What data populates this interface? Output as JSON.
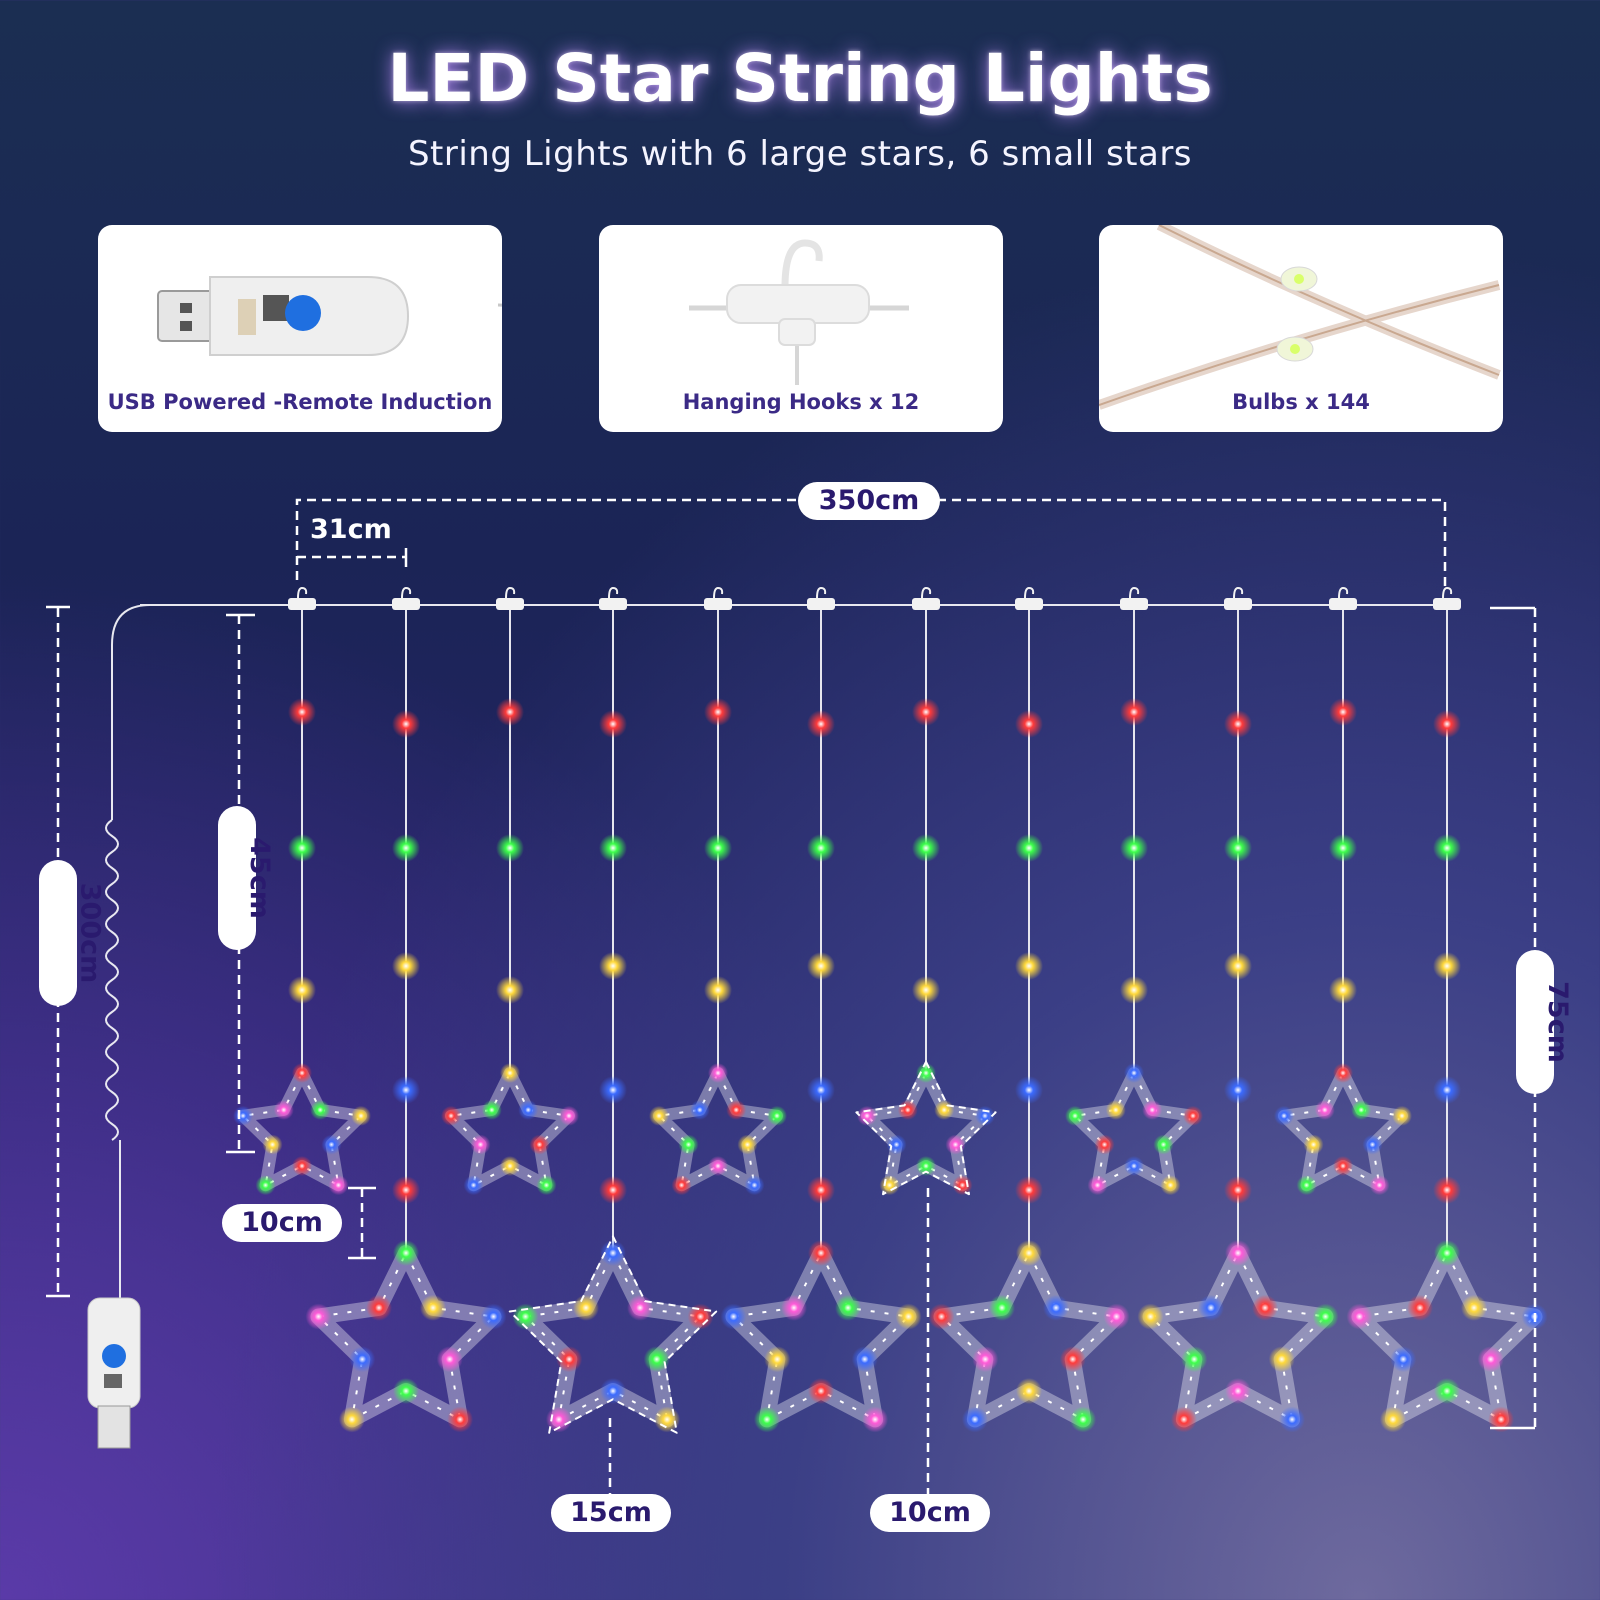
{
  "header": {
    "title": "LED Star String Lights",
    "subtitle": "String Lights with 6 large stars, 6 small stars"
  },
  "cards": [
    {
      "label": "USB Powered -Remote Induction",
      "icon": "usb-remote-icon"
    },
    {
      "label": "Hanging Hooks x 12",
      "icon": "hanging-hook-icon"
    },
    {
      "label": "Bulbs x 144",
      "icon": "bulb-wire-icon"
    }
  ],
  "dimensions": {
    "total_width": "350cm",
    "strand_spacing": "31cm",
    "drop_height": "300cm",
    "small_strand_length": "45cm",
    "gap": "10cm",
    "large_strand_length": "75cm",
    "large_star_size": "15cm",
    "small_star_size": "10cm"
  },
  "colors": {
    "label_text": "#2a1a6e",
    "card_text": "#3b2a86",
    "bulb_red": "#ff3b3b",
    "bulb_green": "#3cff4a",
    "bulb_yellow": "#ffd93b",
    "bulb_blue": "#3b6bff"
  }
}
